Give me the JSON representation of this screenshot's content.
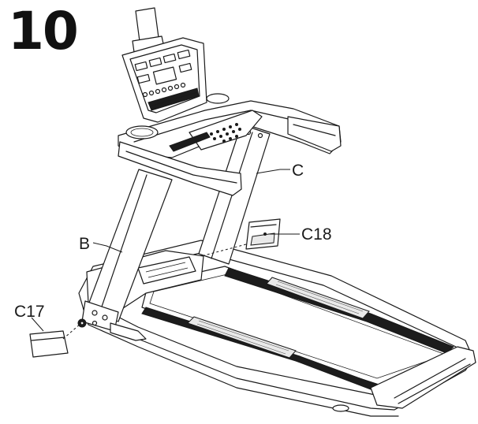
{
  "step": {
    "number": "10"
  },
  "callouts": {
    "c": "C",
    "b": "B",
    "c18": "C18",
    "c17": "C17"
  }
}
